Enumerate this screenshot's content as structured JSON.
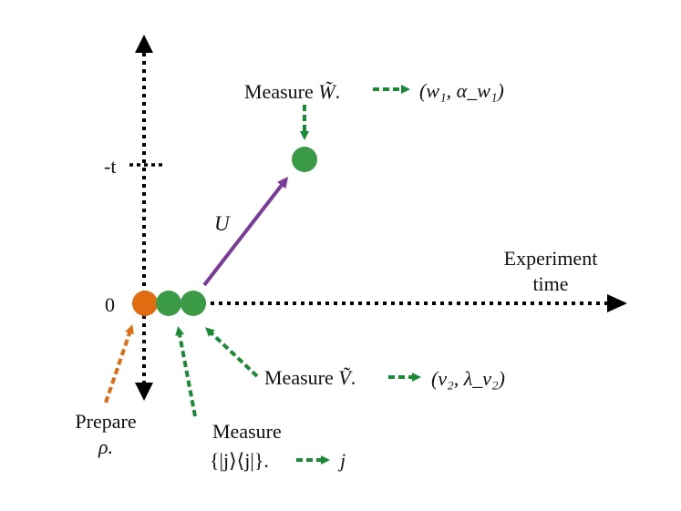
{
  "axes": {
    "vertical_tick_top": "-t",
    "origin_label": "0",
    "horizontal_label_line1": "Experiment",
    "horizontal_label_line2": "time"
  },
  "evolution_label": "U",
  "prepare": {
    "line1": "Prepare",
    "line2": "ρ."
  },
  "measure_w": {
    "text": "Measure ",
    "symbol": "W̃",
    "period": ".",
    "result": "(w₁, α_w₁)"
  },
  "measure_v": {
    "text": "Measure ",
    "symbol": "Ṽ",
    "period": ".",
    "result": "(v₂, λ_v₂)"
  },
  "measure_j": {
    "line1": "Measure",
    "line2": "{|j⟩⟨j|}.",
    "result": "j"
  },
  "colors": {
    "orange": "#e06c12",
    "green": "#3a9a46",
    "arrow_green": "#1a8a36",
    "purple": "#7a3a9a",
    "axis": "#000000"
  }
}
